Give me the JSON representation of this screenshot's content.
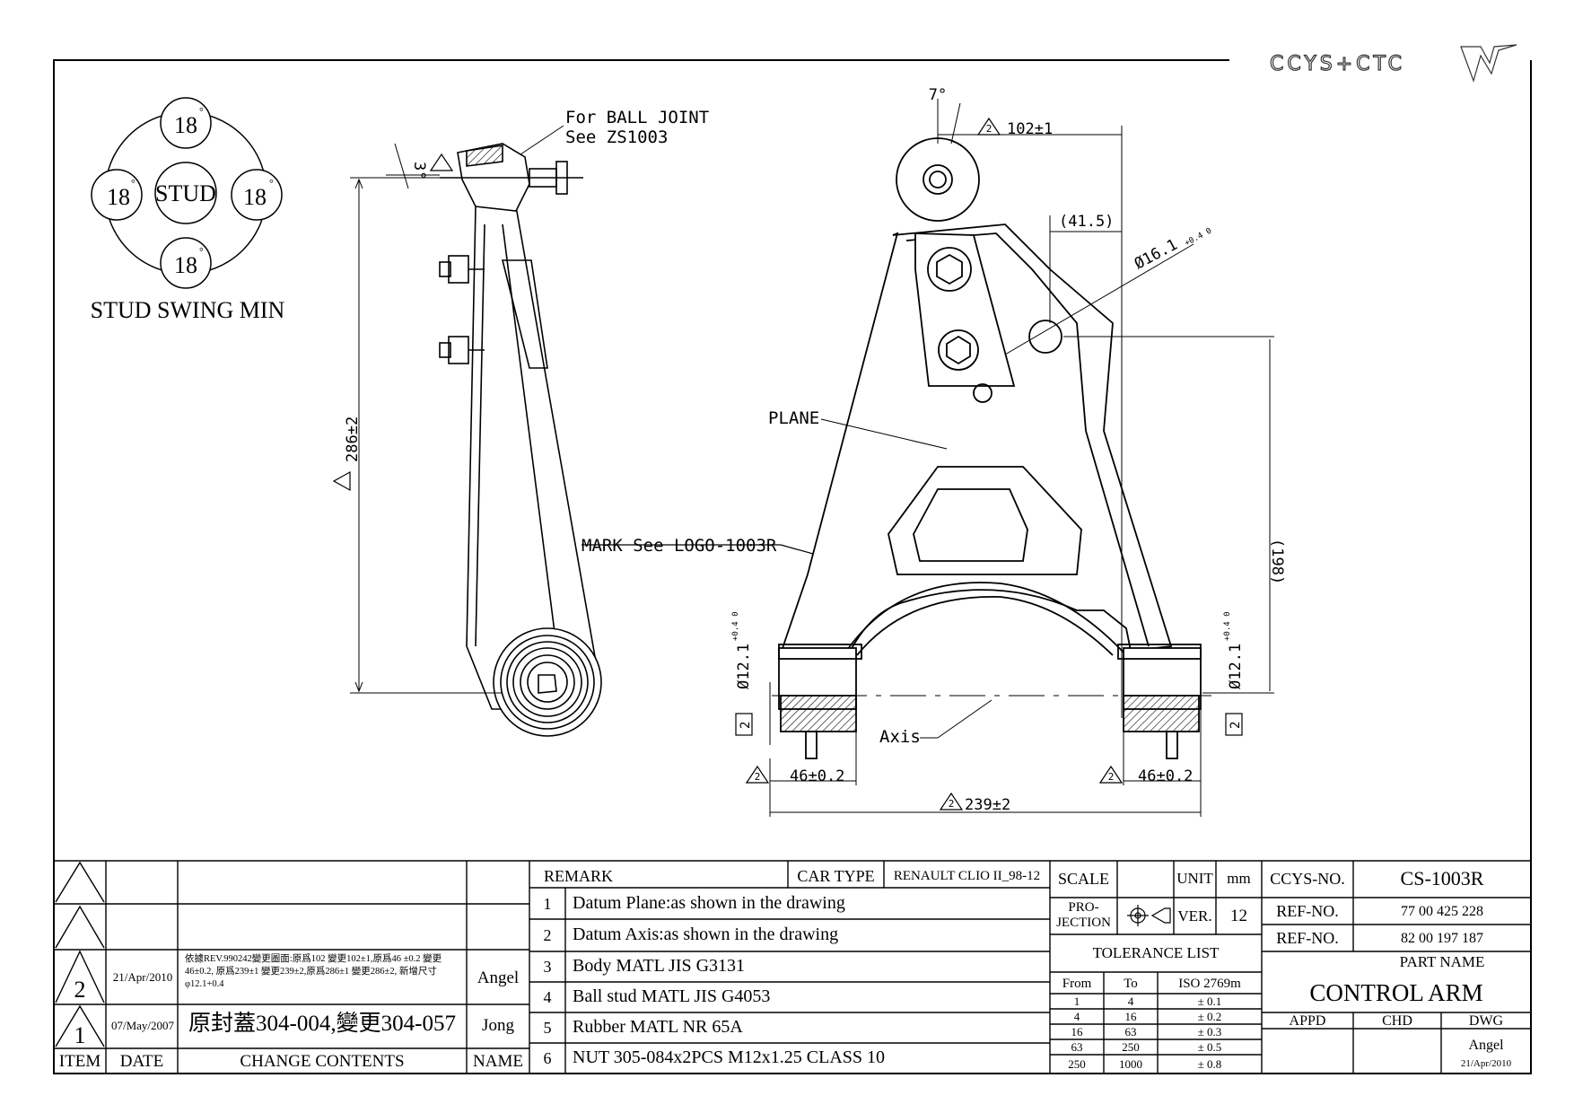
{
  "logo": {
    "text": "CCYS+CTC"
  },
  "stud_swing": {
    "center": "STUD",
    "angles": [
      "18",
      "18",
      "18",
      "18"
    ],
    "caption": "STUD SWING MIN"
  },
  "side_view": {
    "ball_joint_note": [
      "For BALL JOINT",
      "See ZS1003"
    ],
    "tilt_angle": "3°",
    "height_dim": "286±2",
    "mark_note": "MARK See LOGO-1003R"
  },
  "front_view": {
    "angle_top": "7°",
    "dim_102": "102±1",
    "dim_41": "(41.5)",
    "dim_hole": "Ø16.1",
    "dim_hole_tol": "+0.4 0",
    "plane_label": "PLANE",
    "dim_198": "(198)",
    "bush_dia": "Ø12.1",
    "bush_tol": "+0.4 0",
    "datum": "2",
    "axis_label": "Axis",
    "dim_46": "46±0.2",
    "dim_239": "239±2",
    "rev_mark": "2"
  },
  "title_block": {
    "revisions": [
      {
        "item": "2",
        "date": "21/Apr/2010",
        "change": "依據REV.990242變更圖面:原爲102 變更102±1,原爲46 ±0.2 變更46±0.2, 原爲239±1 變更239±2,原爲286±1 變更286±2, 新增尺寸φ12.1+0.4",
        "name": "Angel"
      },
      {
        "item": "1",
        "date": "07/May/2007",
        "change": "原封蓋304-004,變更304-057",
        "name": "Jong"
      }
    ],
    "headers": {
      "item": "ITEM",
      "date": "DATE",
      "change": "CHANGE CONTENTS",
      "name": "NAME"
    },
    "remark_label": "REMARK",
    "car_type_label": "CAR TYPE",
    "car_type": "RENAULT CLIO II_98-12",
    "remarks": [
      {
        "no": "1",
        "text": "Datum Plane:as shown in the drawing"
      },
      {
        "no": "2",
        "text": "Datum Axis:as shown in the drawing"
      },
      {
        "no": "3",
        "text": "Body MATL JIS G3131"
      },
      {
        "no": "4",
        "text": "Ball stud MATL JIS G4053"
      },
      {
        "no": "5",
        "text": "Rubber MATL NR 65A"
      },
      {
        "no": "6",
        "text": "NUT 305-084x2PCS M12x1.25 CLASS 10"
      }
    ],
    "scale_label": "SCALE",
    "unit_label": "UNIT",
    "unit": "mm",
    "projection_label": [
      "PRO-",
      "JECTION"
    ],
    "ver_label": "VER.",
    "ver": "12",
    "tolerance_title": "TOLERANCE LIST",
    "tol_headers": [
      "From",
      "To",
      "ISO 2769m"
    ],
    "tolerances": [
      [
        "1",
        "4",
        "± 0.1"
      ],
      [
        "4",
        "16",
        "± 0.2"
      ],
      [
        "16",
        "63",
        "± 0.3"
      ],
      [
        "63",
        "250",
        "± 0.5"
      ],
      [
        "250",
        "1000",
        "± 0.8"
      ]
    ],
    "ccys_label": "CCYS-NO.",
    "ccys_no": "CS-1003R",
    "ref_label": "REF-NO.",
    "ref_no_1": "77 00 425 228",
    "ref_no_2": "82 00 197 187",
    "part_name_label": "PART NAME",
    "part_name": "CONTROL ARM",
    "appd": "APPD",
    "chd": "CHD",
    "dwg": "DWG",
    "dwg_name": "Angel",
    "dwg_date": "21/Apr/2010"
  }
}
